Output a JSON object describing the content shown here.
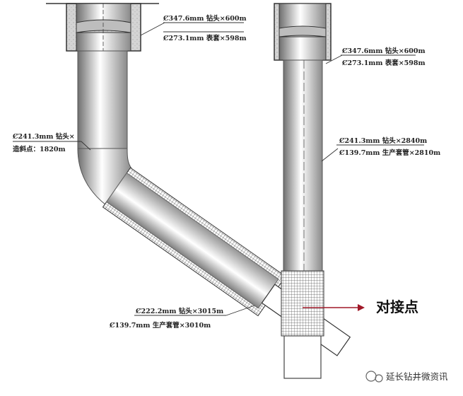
{
  "left_well": {
    "surface_label_1": "Ȼ347.6mm 钻头×600m",
    "surface_label_2": "Ȼ273.1mm 表套×598m",
    "kickoff_label_1": "Ȼ241.3mm 钻头×",
    "kickoff_label_2": "造斜点：1820m",
    "bottom_label_1": "Ȼ222.2mm 钻头×3015m",
    "bottom_label_2": "Ȼ139.7mm 生产套管×3010m"
  },
  "right_well": {
    "surface_label_1": "Ȼ347.6mm 钻头×600m",
    "surface_label_2": "Ȼ273.1mm 表套×598m",
    "prod_label_1": "Ȼ241.3mm 钻头×2840m",
    "prod_label_2": "Ȼ139.7mm 生产套管×2810m"
  },
  "connection_label": "对接点",
  "watermark": "延长钻井微资讯",
  "colors": {
    "pipe_dark": "#6f6f6f",
    "pipe_light": "#ffffff",
    "cement": "#d4d4d4",
    "arrow": "#a01828"
  }
}
